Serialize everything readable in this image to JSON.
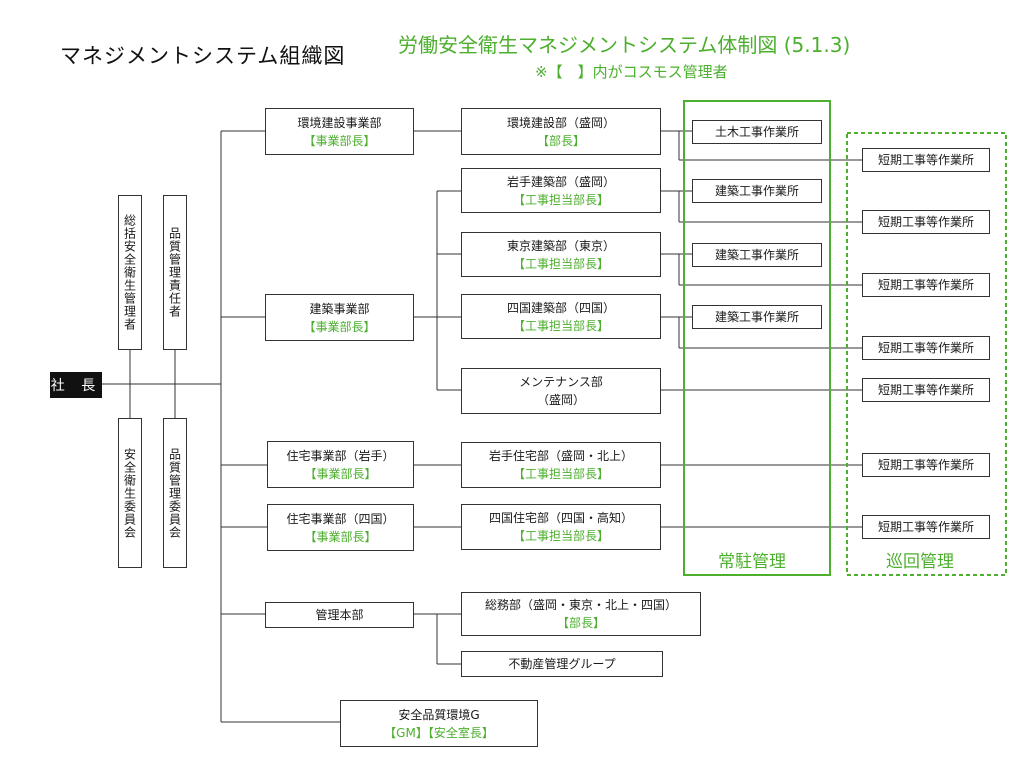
{
  "titles": {
    "left": "マネジメントシステム組織図",
    "right": "労働安全衛生マネジメントシステム体制図 (5.1.3)",
    "note": "※【　】内がコスモス管理者"
  },
  "ceo": "社 長",
  "staff": {
    "top_left": "総括安全衛生管理者",
    "top_right": "品質管理責任者",
    "bottom_left": "安全衛生委員会",
    "bottom_right": "品質管理委員会"
  },
  "divisions": {
    "kankyo": {
      "name": "環境建設事業部",
      "role": "【事業部長】"
    },
    "kenchiku": {
      "name": "建築事業部",
      "role": "【事業部長】"
    },
    "jutaku_iwate": {
      "name": "住宅事業部（岩手）",
      "role": "【事業部長】"
    },
    "jutaku_shikoku": {
      "name": "住宅事業部（四国）",
      "role": "【事業部長】"
    },
    "kanri": {
      "name": "管理本部"
    },
    "anzen": {
      "name": "安全品質環境G",
      "role": "【GM】【安全室長】"
    }
  },
  "departments": {
    "kankyo_morioka": {
      "name": "環境建設部（盛岡）",
      "role": "【部長】"
    },
    "iwate_kenchiku": {
      "name": "岩手建築部（盛岡）",
      "role": "【工事担当部長】"
    },
    "tokyo_kenchiku": {
      "name": "東京建築部（東京）",
      "role": "【工事担当部長】"
    },
    "shikoku_kenchiku": {
      "name": "四国建築部（四国）",
      "role": "【工事担当部長】"
    },
    "maintenance": {
      "name": "メンテナンス部",
      "sub": "（盛岡）"
    },
    "iwate_jutaku": {
      "name": "岩手住宅部（盛岡・北上）",
      "role": "【工事担当部長】"
    },
    "shikoku_jutaku": {
      "name": "四国住宅部（四国・高知）",
      "role": "【工事担当部長】"
    },
    "somu": {
      "name": "総務部（盛岡・東京・北上・四国）",
      "role": "【部長】"
    },
    "fudosan": {
      "name": "不動産管理グループ"
    }
  },
  "sites": {
    "doboku": "土木工事作業所",
    "kenchiku1": "建築工事作業所",
    "kenchiku2": "建築工事作業所",
    "kenchiku3": "建築工事作業所"
  },
  "short_sites": [
    "短期工事等作業所",
    "短期工事等作業所",
    "短期工事等作業所",
    "短期工事等作業所",
    "短期工事等作業所",
    "短期工事等作業所",
    "短期工事等作業所"
  ],
  "zones": {
    "resident": "常駐管理",
    "patrol": "巡回管理"
  },
  "colors": {
    "accent_green": "#4caf2e",
    "line": "#333333",
    "ceo_bg": "#111111"
  }
}
